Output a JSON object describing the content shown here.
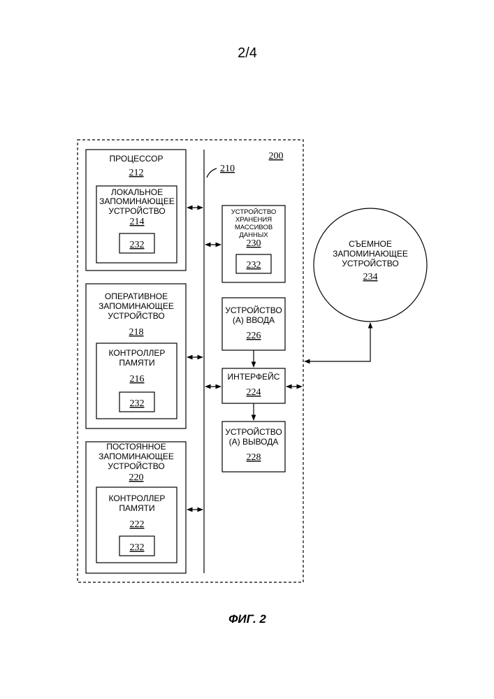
{
  "sheet_number": "2/4",
  "figure_caption": "ФИГ. 2",
  "system": {
    "ref": "200"
  },
  "bus": {
    "ref": "210"
  },
  "processor": {
    "label": "ПРОЦЕССОР",
    "ref": "212"
  },
  "local_storage": {
    "lines": [
      "ЛОКАЛЬНОЕ",
      "ЗАПОМИНАЮЩЕЕ",
      "УСТРОЙСТВО"
    ],
    "ref": "214",
    "inner_ref": "232"
  },
  "ram": {
    "lines": [
      "ОПЕРАТИВНОЕ",
      "ЗАПОМИНАЮЩЕЕ",
      "УСТРОЙСТВО"
    ],
    "ref": "218"
  },
  "ram_controller": {
    "lines": [
      "КОНТРОЛЛЕР",
      "ПАМЯТИ"
    ],
    "ref": "216",
    "inner_ref": "232"
  },
  "rom": {
    "lines": [
      "ПОСТОЯННОЕ",
      "ЗАПОМИНАЮЩЕЕ",
      "УСТРОЙСТВО"
    ],
    "ref": "220"
  },
  "rom_controller": {
    "lines": [
      "КОНТРОЛЛЕР",
      "ПАМЯТИ"
    ],
    "ref": "222",
    "inner_ref": "232"
  },
  "array_storage": {
    "lines": [
      "УСТРОЙСТВО",
      "ХРАНЕНИЯ",
      "МАССИВОВ",
      "ДАННЫХ"
    ],
    "ref": "230",
    "inner_ref": "232"
  },
  "input_device": {
    "lines": [
      "УСТРОЙСТВО",
      "(А) ВВОДА"
    ],
    "ref": "226"
  },
  "interface": {
    "label": "ИНТЕРФЕЙС",
    "ref": "224"
  },
  "output_device": {
    "lines": [
      "УСТРОЙСТВО",
      "(А) ВЫВОДА"
    ],
    "ref": "228"
  },
  "removable_storage": {
    "lines": [
      "СЪЕМНОЕ",
      "ЗАПОМИНАЮЩЕЕ",
      "УСТРОЙСТВО"
    ],
    "ref": "234"
  }
}
